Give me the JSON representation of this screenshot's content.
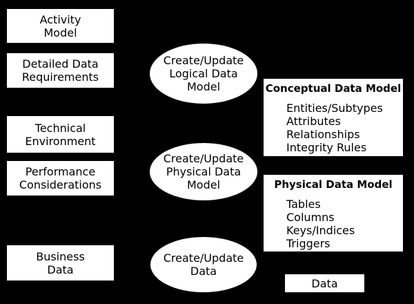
{
  "diagram": {
    "background_color": "#000000",
    "shape_fill_color": "#ffffff",
    "text_color": "#000000"
  },
  "inputs": [
    {
      "label_lines": [
        "Activity",
        "Model"
      ]
    },
    {
      "label_lines": [
        "Detailed Data",
        "Requirements"
      ]
    },
    {
      "label_lines": [
        "Technical",
        "Environment"
      ]
    },
    {
      "label_lines": [
        "Performance",
        "Considerations"
      ]
    },
    {
      "label_lines": [
        "Business",
        "Data"
      ]
    }
  ],
  "processes": [
    {
      "label_lines": [
        "Create/Update",
        "Logical Data",
        "Model"
      ]
    },
    {
      "label_lines": [
        "Create/Update",
        "Physical Data",
        "Model"
      ]
    },
    {
      "label_lines": [
        "Create/Update",
        "Data"
      ]
    }
  ],
  "outputs": [
    {
      "title": "Conceptual Data Model",
      "items": [
        "Entities/Subtypes",
        "Attributes",
        "Relationships",
        "Integrity Rules"
      ]
    },
    {
      "title": "Physical Data Model",
      "items": [
        "Tables",
        "Columns",
        "Keys/Indices",
        "Triggers"
      ]
    },
    {
      "title": "Data",
      "items": []
    }
  ]
}
